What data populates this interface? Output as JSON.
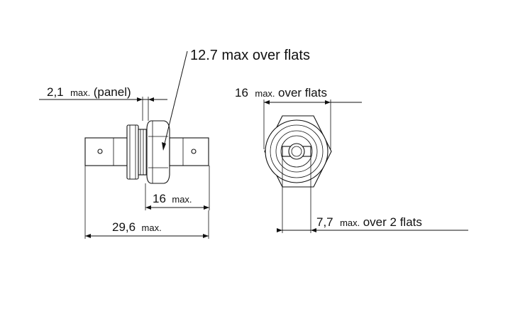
{
  "callouts": {
    "flats_12_7": "12.7 max over flats",
    "panel_value": "2,1",
    "panel_sub": "max.",
    "panel_suffix": "(panel)",
    "width_16_value": "16",
    "width_16_sub": "max.",
    "overall_value": "29,6",
    "overall_sub": "max.",
    "flats_16_value": "16",
    "flats_16_sub": "max.",
    "flats_16_suffix": "over flats",
    "flats_7_7_value": "7,7",
    "flats_7_7_sub": "max.",
    "flats_7_7_suffix": "over 2 flats"
  }
}
